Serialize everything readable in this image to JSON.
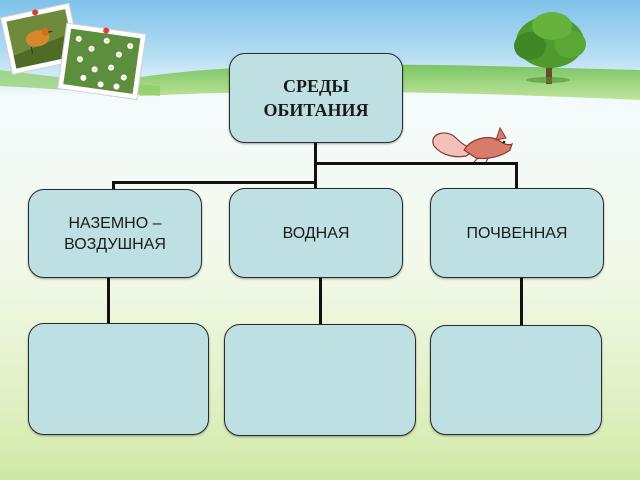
{
  "diagram": {
    "root": {
      "label": "СРЕДЫ\nОБИТАНИЯ"
    },
    "branches": [
      {
        "label": "НАЗЕМНО –\nВОЗДУШНАЯ",
        "child_label": ""
      },
      {
        "label": "ВОДНАЯ",
        "child_label": ""
      },
      {
        "label": "ПОЧВЕННАЯ",
        "child_label": ""
      }
    ]
  },
  "colors": {
    "box_fill": "#bfe0e3",
    "box_border": "#2b2b2b",
    "connector": "#111111",
    "sky": "#9fd0ee",
    "meadow": "#c6e49a"
  },
  "decor_icons": [
    "bird-photo-icon",
    "flower-meadow-photo-icon",
    "tree-icon",
    "squirrel-icon"
  ]
}
